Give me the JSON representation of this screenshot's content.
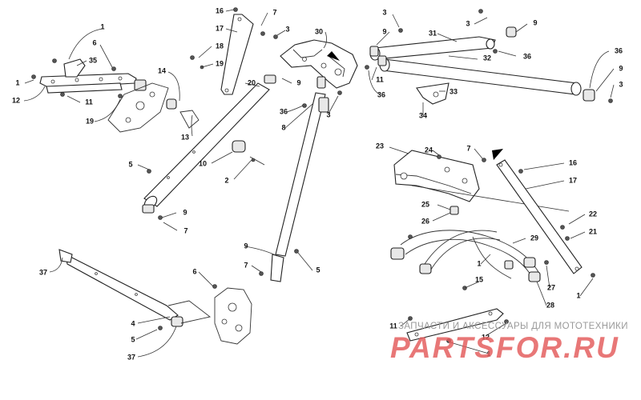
{
  "diagram": {
    "callouts": [
      {
        "id": "c1a",
        "label": "1"
      },
      {
        "id": "c6a",
        "label": "6"
      },
      {
        "id": "c35",
        "label": "35"
      },
      {
        "id": "c1b",
        "label": "1"
      },
      {
        "id": "c12a",
        "label": "12"
      },
      {
        "id": "c11a",
        "label": "11"
      },
      {
        "id": "c19a",
        "label": "19"
      },
      {
        "id": "c14",
        "label": "14"
      },
      {
        "id": "c13",
        "label": "13"
      },
      {
        "id": "c16a",
        "label": "16"
      },
      {
        "id": "c17a",
        "label": "17"
      },
      {
        "id": "c18",
        "label": "18"
      },
      {
        "id": "c19b",
        "label": "19"
      },
      {
        "id": "c7a",
        "label": "7"
      },
      {
        "id": "c3a",
        "label": "3"
      },
      {
        "id": "c30",
        "label": "30"
      },
      {
        "id": "c20",
        "label": "20"
      },
      {
        "id": "c9a",
        "label": "9"
      },
      {
        "id": "c36a",
        "label": "36"
      },
      {
        "id": "c3b",
        "label": "3"
      },
      {
        "id": "c8",
        "label": "8"
      },
      {
        "id": "c10",
        "label": "10"
      },
      {
        "id": "c2",
        "label": "2"
      },
      {
        "id": "c5a",
        "label": "5"
      },
      {
        "id": "c9b",
        "label": "9"
      },
      {
        "id": "c7b",
        "label": "7"
      },
      {
        "id": "c3c",
        "label": "3"
      },
      {
        "id": "c9c",
        "label": "9"
      },
      {
        "id": "c31",
        "label": "31"
      },
      {
        "id": "c3d",
        "label": "3"
      },
      {
        "id": "c9d",
        "label": "9"
      },
      {
        "id": "c36b",
        "label": "36"
      },
      {
        "id": "c32",
        "label": "32"
      },
      {
        "id": "c11b",
        "label": "11"
      },
      {
        "id": "c36c",
        "label": "36"
      },
      {
        "id": "c33",
        "label": "33"
      },
      {
        "id": "c34",
        "label": "34"
      },
      {
        "id": "c36d",
        "label": "36"
      },
      {
        "id": "c9e",
        "label": "9"
      },
      {
        "id": "c3e",
        "label": "3"
      },
      {
        "id": "c23",
        "label": "23"
      },
      {
        "id": "c24",
        "label": "24"
      },
      {
        "id": "c7c",
        "label": "7"
      },
      {
        "id": "c16b",
        "label": "16"
      },
      {
        "id": "c17b",
        "label": "17"
      },
      {
        "id": "c25",
        "label": "25"
      },
      {
        "id": "c26",
        "label": "26"
      },
      {
        "id": "c22",
        "label": "22"
      },
      {
        "id": "c21",
        "label": "21"
      },
      {
        "id": "c29",
        "label": "29"
      },
      {
        "id": "c1c",
        "label": "1"
      },
      {
        "id": "c27",
        "label": "27"
      },
      {
        "id": "c1d",
        "label": "1"
      },
      {
        "id": "c28",
        "label": "28"
      },
      {
        "id": "c9f",
        "label": "9"
      },
      {
        "id": "c7d",
        "label": "7"
      },
      {
        "id": "c5b",
        "label": "5"
      },
      {
        "id": "c6b",
        "label": "6"
      },
      {
        "id": "c37a",
        "label": "37"
      },
      {
        "id": "c4",
        "label": "4"
      },
      {
        "id": "c5c",
        "label": "5"
      },
      {
        "id": "c37b",
        "label": "37"
      },
      {
        "id": "c15",
        "label": "15"
      },
      {
        "id": "c11c",
        "label": "11"
      },
      {
        "id": "c12b",
        "label": "12"
      },
      {
        "id": "c1e",
        "label": "1"
      }
    ]
  },
  "watermark": {
    "caption": "ЗАПЧАСТИ И АКСЕССУАРЫ ДЛЯ МОТОТЕХНИКИ",
    "logo": "PARTSFOR.RU",
    "logo_color": "#e45a5a",
    "caption_color": "#9a9a9a"
  }
}
